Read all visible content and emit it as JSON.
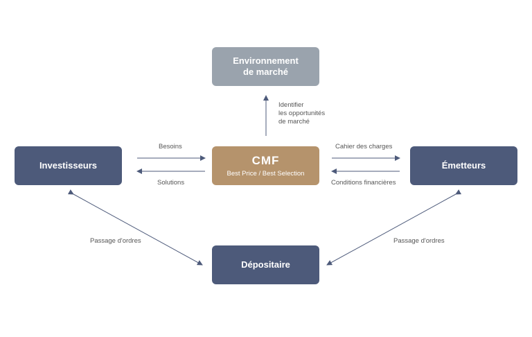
{
  "nodes": {
    "environment": {
      "line1": "Environnement",
      "line2": "de marché"
    },
    "investors": {
      "label": "Investisseurs"
    },
    "issuers": {
      "label": "Émetteurs"
    },
    "depositary": {
      "label": "Dépositaire"
    },
    "cmf": {
      "title": "CMF",
      "subtitle": "Best Price / Best Selection"
    }
  },
  "edges": {
    "identify": {
      "line1": "Identifier",
      "line2": "les opportunités",
      "line3": "de marché"
    },
    "needs": "Besoins",
    "solutions": "Solutions",
    "specifications": "Cahier des charges",
    "financial_conditions": "Conditions financières",
    "orders_left": "Passage d'ordres",
    "orders_right": "Passage d'ordres"
  },
  "colors": {
    "primary_node": "#4d5a7a",
    "environment_node": "#9aa3ad",
    "cmf_node": "#b5936c",
    "arrow": "#4d5a7a"
  }
}
